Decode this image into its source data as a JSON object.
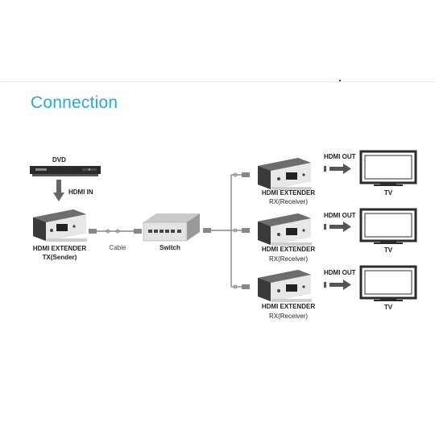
{
  "page": {
    "heading": "Connection"
  },
  "labels": {
    "dvd": "DVD",
    "hdmi_in": "HDMI IN",
    "tx_line1": "HDMI EXTENDER",
    "tx_line2": "TX(Sender)",
    "cable": "Cable",
    "switch": "Switch",
    "receivers": [
      {
        "line1": "HDMI EXTENDER",
        "line2": "RX(Receiver)",
        "out": "HDMI OUT",
        "tv": "TV"
      },
      {
        "line1": "HDMI EXTENDER",
        "line2": "RX(Receiver)",
        "out": "HDMI OUT",
        "tv": "TV"
      },
      {
        "line1": "HDMI EXTENDER",
        "line2": "RX(Receiver)",
        "out": "HDMI OUT",
        "tv": "TV"
      }
    ]
  }
}
